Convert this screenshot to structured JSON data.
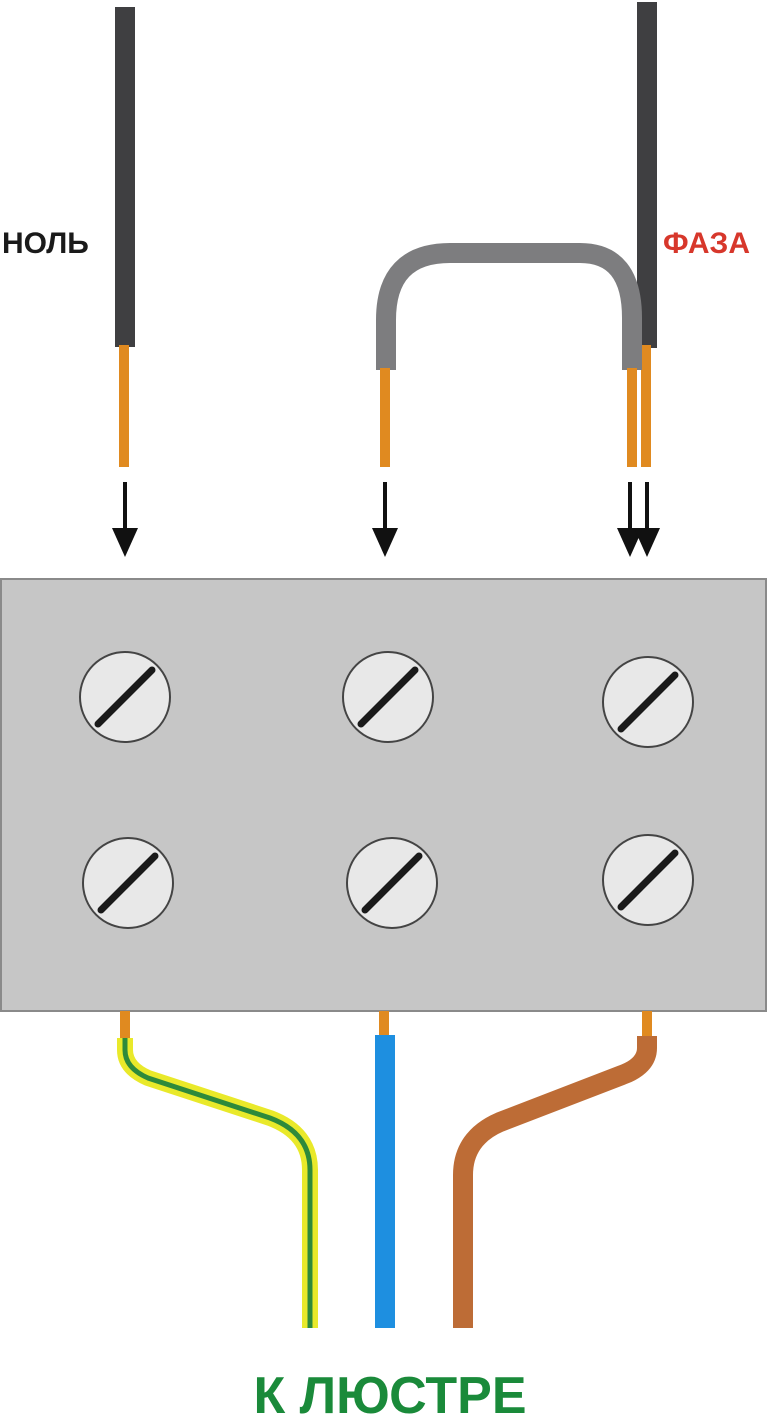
{
  "labels": {
    "neutral": "НОЛЬ",
    "phase": "ФАЗА",
    "to_chandelier": "К ЛЮСТРЕ"
  },
  "colors": {
    "black_cable": "#3f3f41",
    "jumper_grey": "#7d7d7f",
    "copper": "#e08a20",
    "block": "#c6c6c6",
    "block_border": "#8a8a8a",
    "screw": "#e8e8e8",
    "slot": "#1a1a1a",
    "ground_yellow": "#e9e92a",
    "ground_green": "#2e8a3b",
    "neutral_blue": "#1e8fe0",
    "live_brown": "#bd6c36",
    "phase_text": "#d7372b",
    "neutral_text": "#1a1a1a",
    "bottom_text": "#1a8a3a",
    "arrow": "#111111"
  },
  "icons": {
    "arrow": "arrow-down-icon",
    "screw": "screw-head-icon"
  }
}
